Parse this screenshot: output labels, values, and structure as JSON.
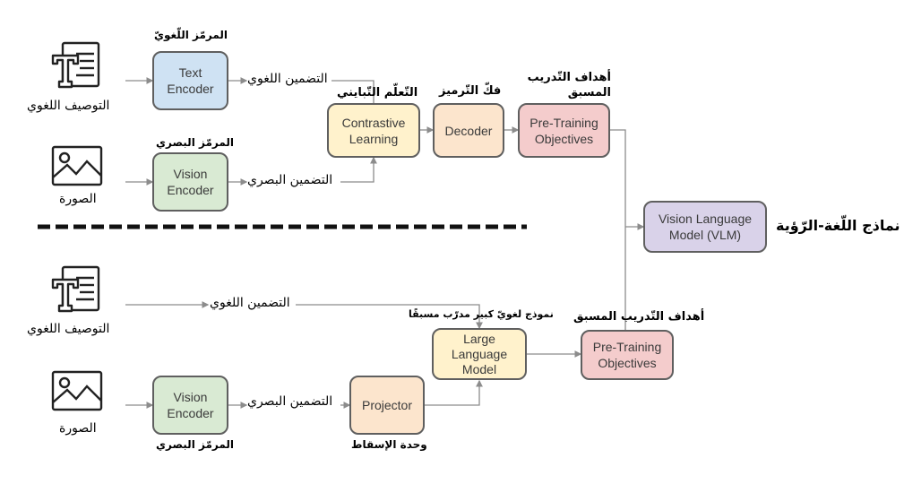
{
  "title": "نماذج اللّغة-الرّؤية",
  "top_pipeline": {
    "text_input_label": "التوصيف اللغوي",
    "image_input_label": "الصورة",
    "text_encoder": {
      "label": "Text\nEncoder",
      "caption": "المرمّز اللّغويّ"
    },
    "vision_encoder": {
      "label": "Vision\nEncoder",
      "caption": "المرمّز البصري"
    },
    "text_embedding_label": "التضمين اللغوي",
    "visual_embedding_label": "التضمين البصري",
    "contrastive": {
      "label": "Contrastive\nLearning",
      "caption": "التّعلّم التّبايني"
    },
    "decoder": {
      "label": "Decoder",
      "caption": "فكّ التّرميز"
    },
    "objectives": {
      "label": "Pre-Training\nObjectives",
      "caption": "أهداف التّدريب المسبق"
    }
  },
  "vlm": {
    "label": "Vision Language\nModel (VLM)"
  },
  "bottom_pipeline": {
    "text_input_label": "التوصيف اللغوي",
    "image_input_label": "الصورة",
    "text_embedding_label": "التضمين اللغوي",
    "vision_encoder": {
      "label": "Vision\nEncoder",
      "caption": "المرمّز البصري"
    },
    "visual_embedding_label": "التضمين البصري",
    "projector": {
      "label": "Projector",
      "caption": "وحدة الإسقاط"
    },
    "llm": {
      "label": "Large\nLanguage\nModel",
      "caption": "نموذج لغويّ كبير مدرّب مسبقًا"
    },
    "objectives": {
      "label": "Pre-Training\nObjectives",
      "caption": "أهداف التّدريب المسبق"
    }
  },
  "colors": {
    "text_encoder": "#cfe2f3",
    "vision_encoder": "#d9ead3",
    "contrastive": "#fff2cc",
    "decoder": "#fce5cd",
    "objectives": "#f4cccc",
    "vlm": "#d9d2e9",
    "connector": "#8c8c8c"
  }
}
